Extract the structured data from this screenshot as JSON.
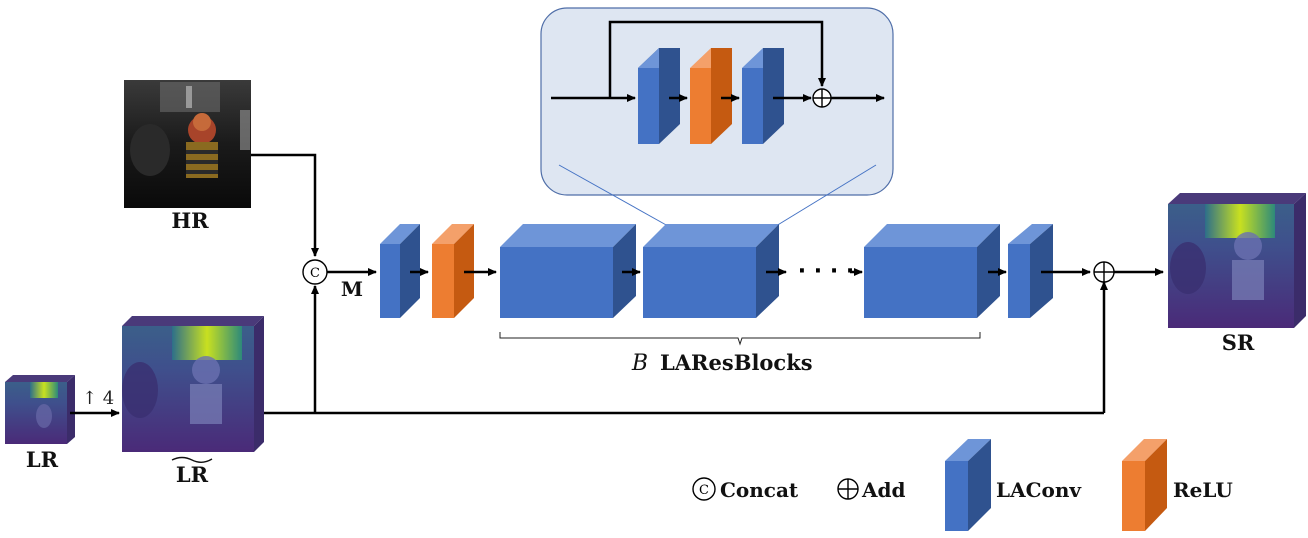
{
  "labels": {
    "hr": "HR",
    "lr": "LR",
    "lr_tilde": "LR",
    "sr": "SR",
    "upsample": "↑ 4",
    "mask": "M",
    "b_var": "B",
    "blocks": "LAResBlocks",
    "dots": "· · · ·"
  },
  "symbols": {
    "concat": "C",
    "add": "+"
  },
  "legend": {
    "concat": "Concat",
    "add": "Add",
    "laconv": "LAConv",
    "relu": "ReLU"
  },
  "colors": {
    "laconv_front": "#4472c4",
    "laconv_side": "#2f528f",
    "laconv_top": "#6e95d8",
    "relu_front": "#ed7d31",
    "relu_side": "#c55a11",
    "relu_top": "#f4a06a",
    "inset_fill": "#dee6f2",
    "inset_border": "#4f6ea8"
  }
}
